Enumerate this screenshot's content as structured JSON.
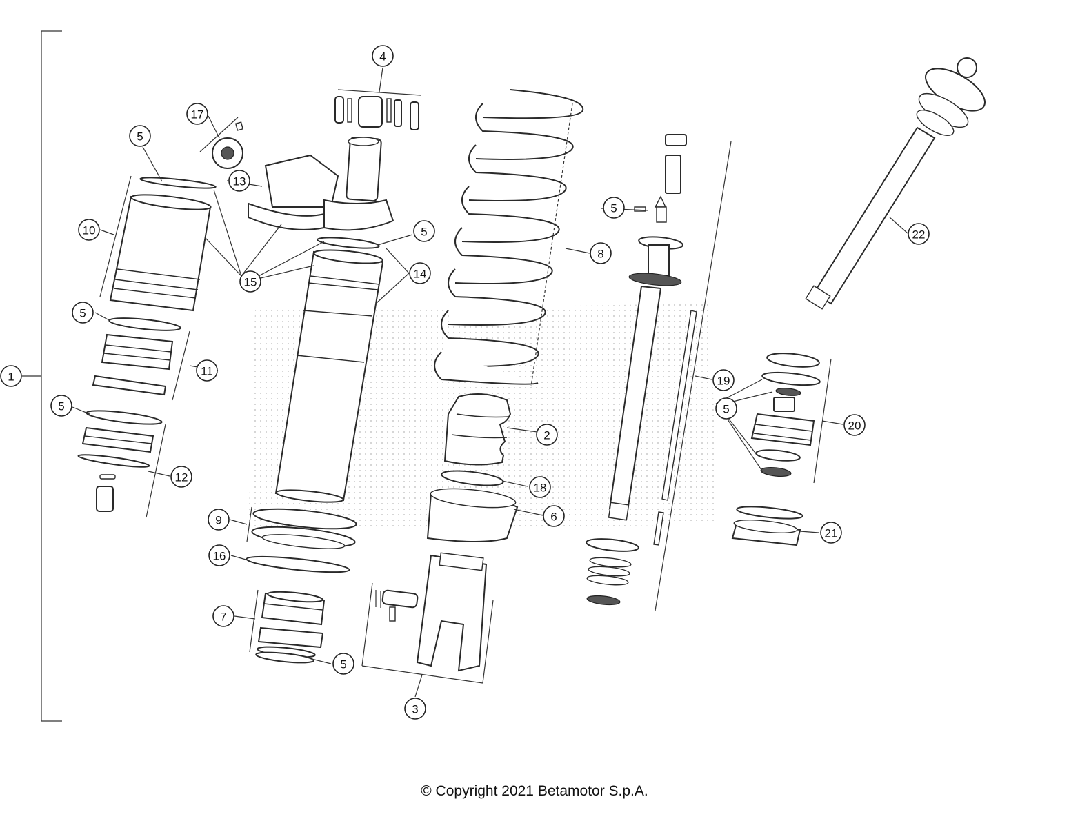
{
  "copyright": "© Copyright 2021 Betamotor S.p.A.",
  "callouts": [
    {
      "id": "c1",
      "label": "1"
    },
    {
      "id": "c2",
      "label": "2"
    },
    {
      "id": "c3",
      "label": "3"
    },
    {
      "id": "c4",
      "label": "4"
    },
    {
      "id": "c5a",
      "label": "5"
    },
    {
      "id": "c5b",
      "label": "5"
    },
    {
      "id": "c5c",
      "label": "5"
    },
    {
      "id": "c5d",
      "label": "5"
    },
    {
      "id": "c5e",
      "label": "5"
    },
    {
      "id": "c5f",
      "label": "5"
    },
    {
      "id": "c5g",
      "label": "5"
    },
    {
      "id": "c6",
      "label": "6"
    },
    {
      "id": "c7",
      "label": "7"
    },
    {
      "id": "c8",
      "label": "8"
    },
    {
      "id": "c9",
      "label": "9"
    },
    {
      "id": "c10",
      "label": "10"
    },
    {
      "id": "c11",
      "label": "11"
    },
    {
      "id": "c12",
      "label": "12"
    },
    {
      "id": "c13",
      "label": "13"
    },
    {
      "id": "c14",
      "label": "14"
    },
    {
      "id": "c15",
      "label": "15"
    },
    {
      "id": "c16",
      "label": "16"
    },
    {
      "id": "c17",
      "label": "17"
    },
    {
      "id": "c18",
      "label": "18"
    },
    {
      "id": "c19",
      "label": "19"
    },
    {
      "id": "c20",
      "label": "20"
    },
    {
      "id": "c21",
      "label": "21"
    },
    {
      "id": "c22",
      "label": "22"
    }
  ]
}
